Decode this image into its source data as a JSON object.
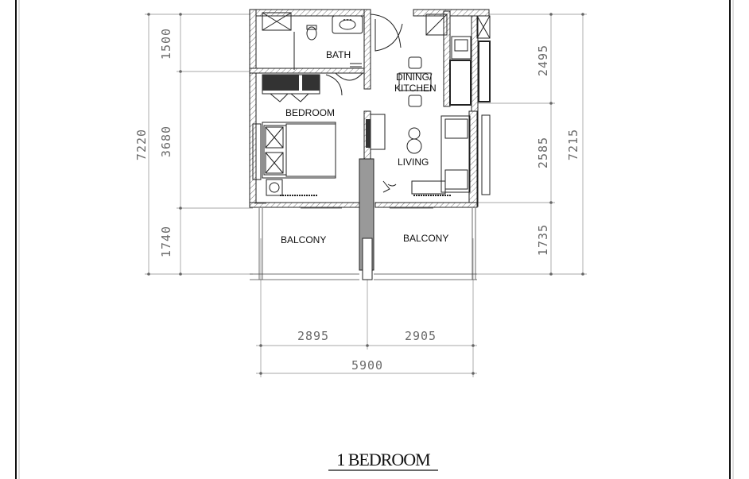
{
  "title": "1 BEDROOM",
  "rooms": {
    "bath": "BATH",
    "dining_kitchen_1": "DINING/",
    "dining_kitchen_2": "KITCHEN",
    "bedroom": "BEDROOM",
    "living": "LIVING",
    "balcony_left": "BALCONY",
    "balcony_right": "BALCONY"
  },
  "dimensions": {
    "left_top": "1500",
    "left_mid": "3680",
    "left_bottom": "1740",
    "left_total": "7220",
    "right_top": "2495",
    "right_mid": "2585",
    "right_bottom": "1735",
    "right_total": "7215",
    "bottom_left": "2895",
    "bottom_right": "2905",
    "bottom_total": "5900"
  }
}
